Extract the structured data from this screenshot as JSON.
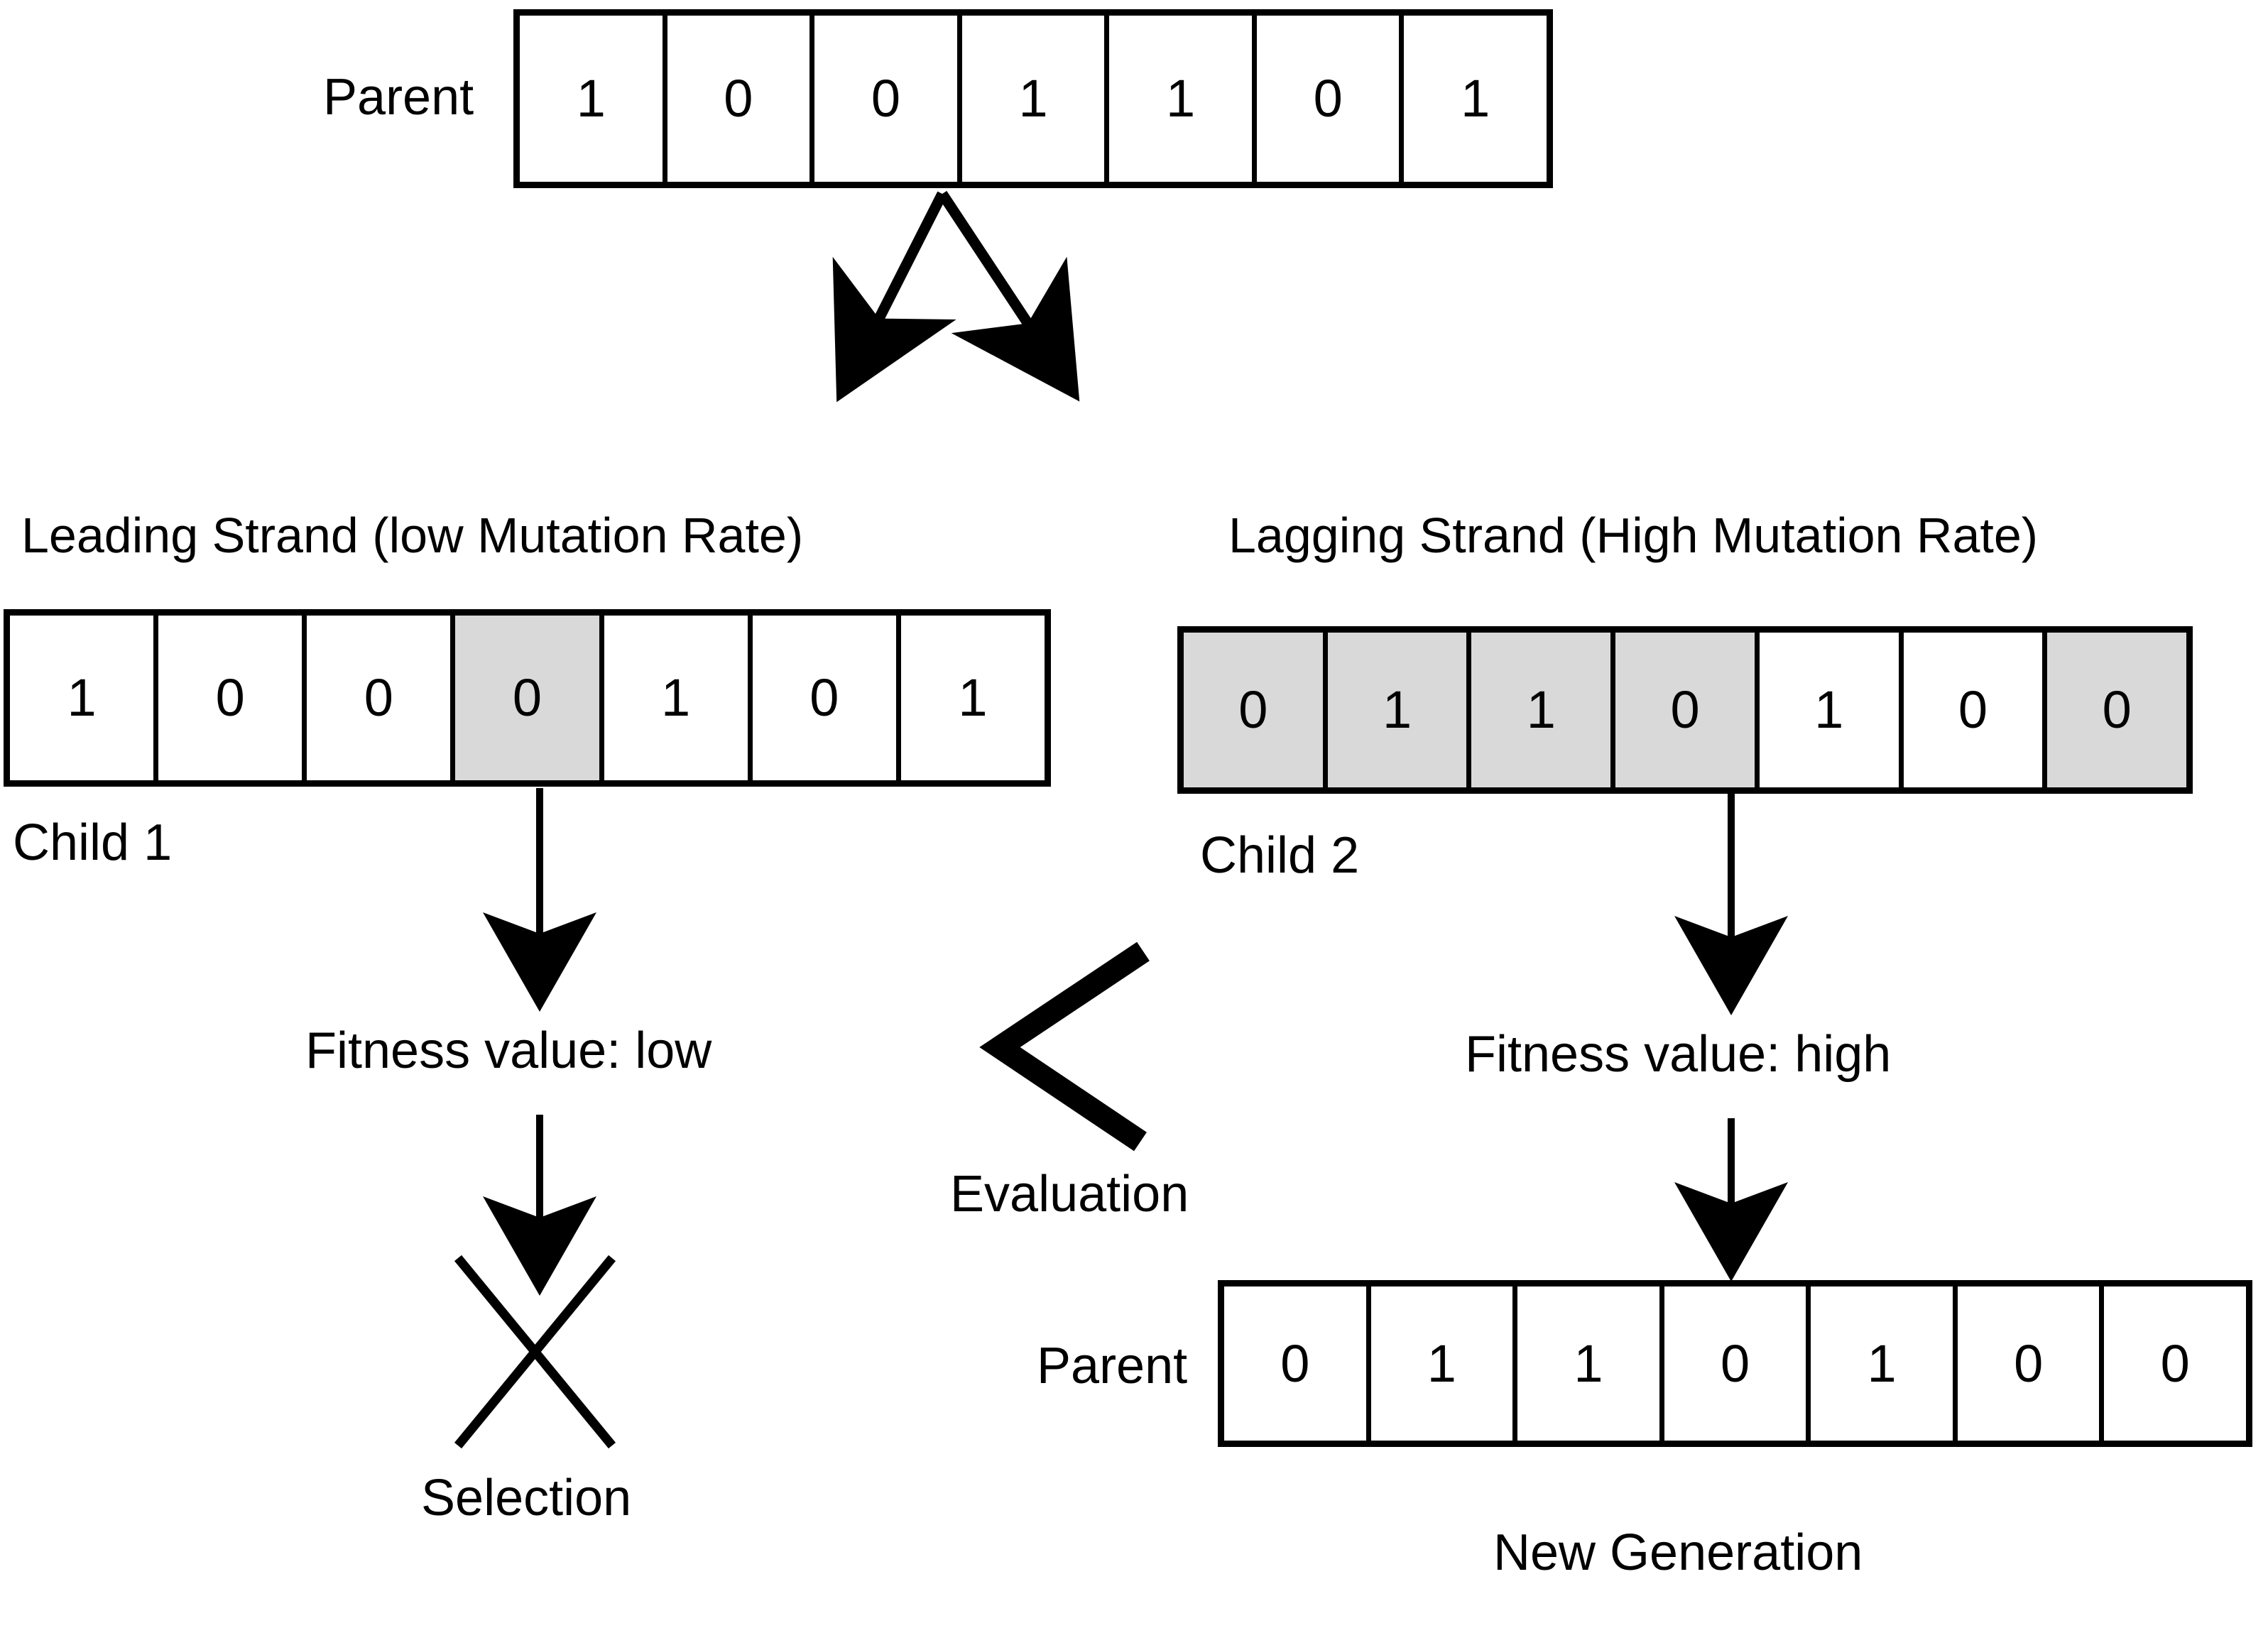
{
  "diagram": {
    "title_alt": "Genetic algorithm leading/lagging strand mutation and selection diagram",
    "colors": {
      "stroke": "#000000",
      "background": "#ffffff",
      "mutated_cell_fill": "#d9d9d9"
    }
  },
  "top": {
    "parent_label": "Parent",
    "parent_genome": {
      "bits": [
        "1",
        "0",
        "0",
        "1",
        "1",
        "0",
        "1"
      ],
      "mutated_indices": []
    }
  },
  "left_branch": {
    "heading": "Leading Strand (low Mutation Rate)",
    "child_label": "Child 1",
    "genome": {
      "bits": [
        "1",
        "0",
        "0",
        "0",
        "1",
        "0",
        "1"
      ],
      "mutated_indices": [
        3
      ]
    },
    "fitness_label": "Fitness value: low",
    "selection_label": "Selection",
    "selection_icon": "x-cross-icon"
  },
  "right_branch": {
    "heading": "Lagging Strand (High Mutation Rate)",
    "child_label": "Child 2",
    "genome": {
      "bits": [
        "0",
        "1",
        "1",
        "0",
        "1",
        "0",
        "0"
      ],
      "mutated_indices": [
        0,
        1,
        2,
        3,
        6
      ]
    },
    "fitness_label": "Fitness value: high",
    "new_parent_label": "Parent",
    "new_generation_genome": {
      "bits": [
        "0",
        "1",
        "1",
        "0",
        "1",
        "0",
        "0"
      ],
      "mutated_indices": []
    },
    "new_generation_label": "New Generation"
  },
  "center": {
    "evaluation_label": "Evaluation",
    "evaluation_icon": "less-than-chevron-icon"
  }
}
